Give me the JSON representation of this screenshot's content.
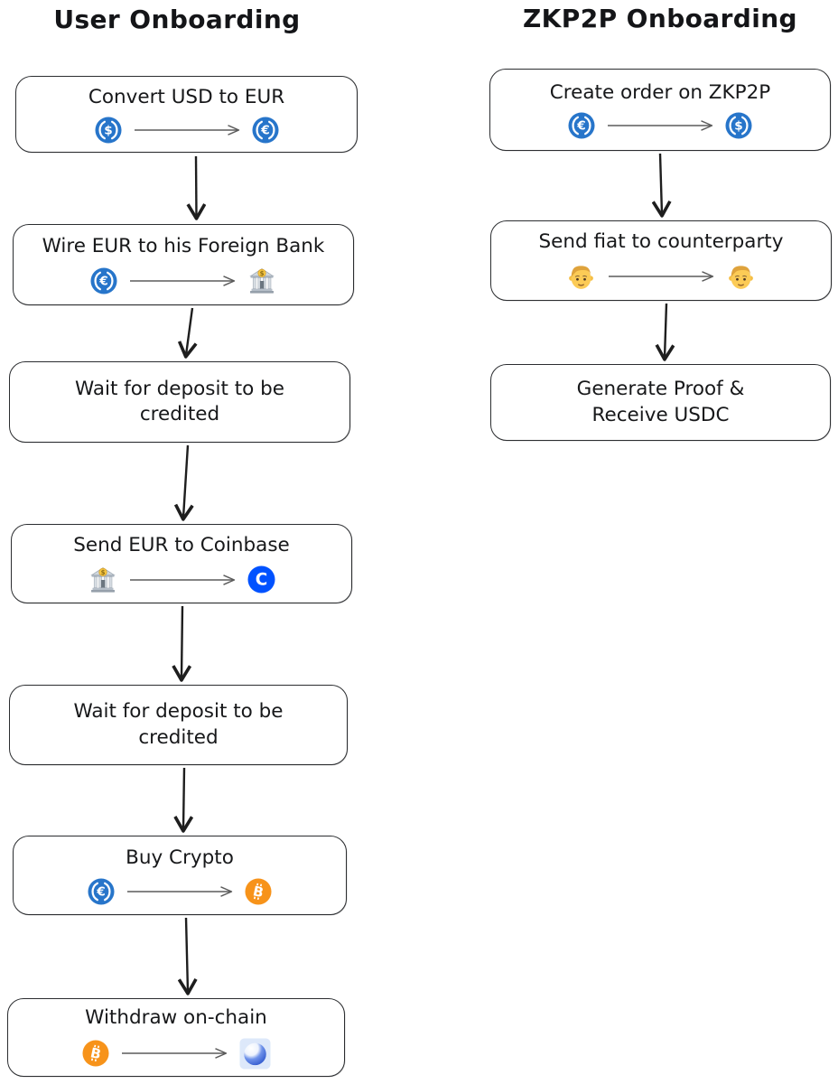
{
  "columns": [
    {
      "title": "User Onboarding",
      "steps": [
        {
          "label": "Convert USD to EUR",
          "icons": {
            "from": "usdc-coin",
            "to": "eurc-coin"
          }
        },
        {
          "label": "Wire EUR to his Foreign Bank",
          "icons": {
            "from": "eurc-coin",
            "to": "bank-building"
          }
        },
        {
          "label": "Wait for deposit to be\ncredited"
        },
        {
          "label": "Send EUR to Coinbase",
          "icons": {
            "from": "bank-building",
            "to": "coinbase-logo"
          }
        },
        {
          "label": "Wait for deposit to be\ncredited"
        },
        {
          "label": "Buy Crypto",
          "icons": {
            "from": "eurc-coin",
            "to": "bitcoin-coin"
          }
        },
        {
          "label": "Withdraw on-chain",
          "icons": {
            "from": "bitcoin-coin",
            "to": "onchain-sphere"
          }
        }
      ]
    },
    {
      "title": "ZKP2P Onboarding",
      "steps": [
        {
          "label": "Create order on ZKP2P",
          "icons": {
            "from": "eurc-coin",
            "to": "usdc-coin"
          }
        },
        {
          "label": "Send fiat to counterparty",
          "icons": {
            "from": "man-person",
            "to": "man-person"
          }
        },
        {
          "label": "Generate Proof &\nReceive USDC"
        }
      ]
    }
  ],
  "colors": {
    "usdc_blue": "#2775CA",
    "coinbase_blue": "#0052FF",
    "bitcoin_orange": "#F7931A",
    "stroke_dark": "#1e1e1e",
    "background": "#ffffff"
  }
}
